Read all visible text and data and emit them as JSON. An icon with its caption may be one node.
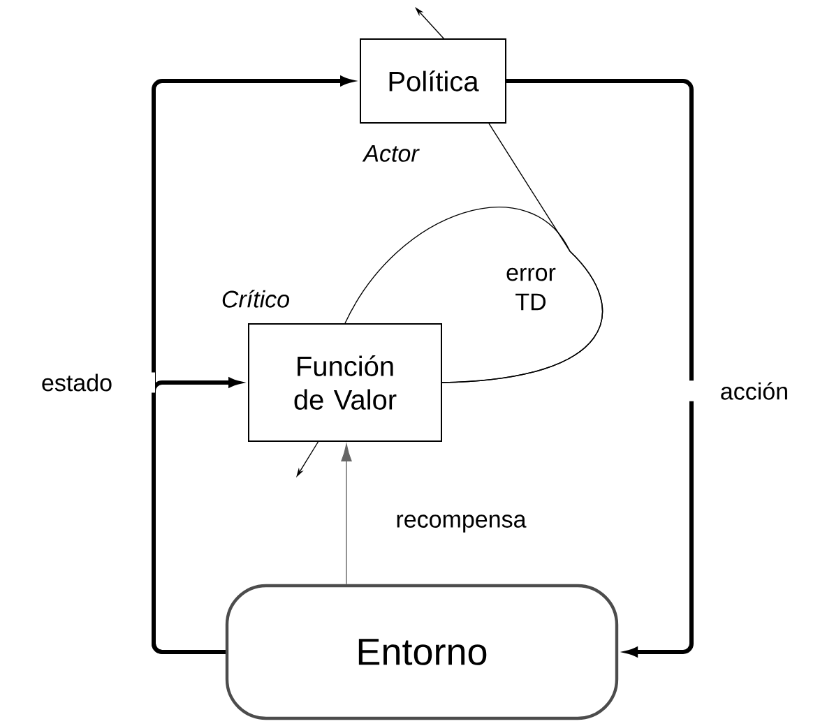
{
  "diagram": {
    "nodes": [
      {
        "text": [
          "Política"
        ],
        "beside": [
          "Actor"
        ]
      },
      {
        "text": [
          "Función de Valor"
        ],
        "beside": [
          "Crítico"
        ]
      },
      {
        "text": [
          "Entorno"
        ]
      }
    ],
    "edges": [
      {
        "from": 2,
        "to": 0,
        "arrow": "to",
        "style": "thick"
      },
      {
        "from": 2,
        "to": 1,
        "arrow": "to",
        "style": "thick",
        "label": "estado"
      },
      {
        "from": 0,
        "to": 2,
        "arrow": "to",
        "style": "thick",
        "label": "acción"
      },
      {
        "from": 2,
        "to": 1,
        "arrow": "to",
        "color": "#666666",
        "label": "recompensa"
      },
      {
        "from": 1,
        "to": 0,
        "arrow": "none"
      },
      {
        "from": 1,
        "to": 1,
        "arrow": "none",
        "label": "error TD"
      }
    ]
  }
}
